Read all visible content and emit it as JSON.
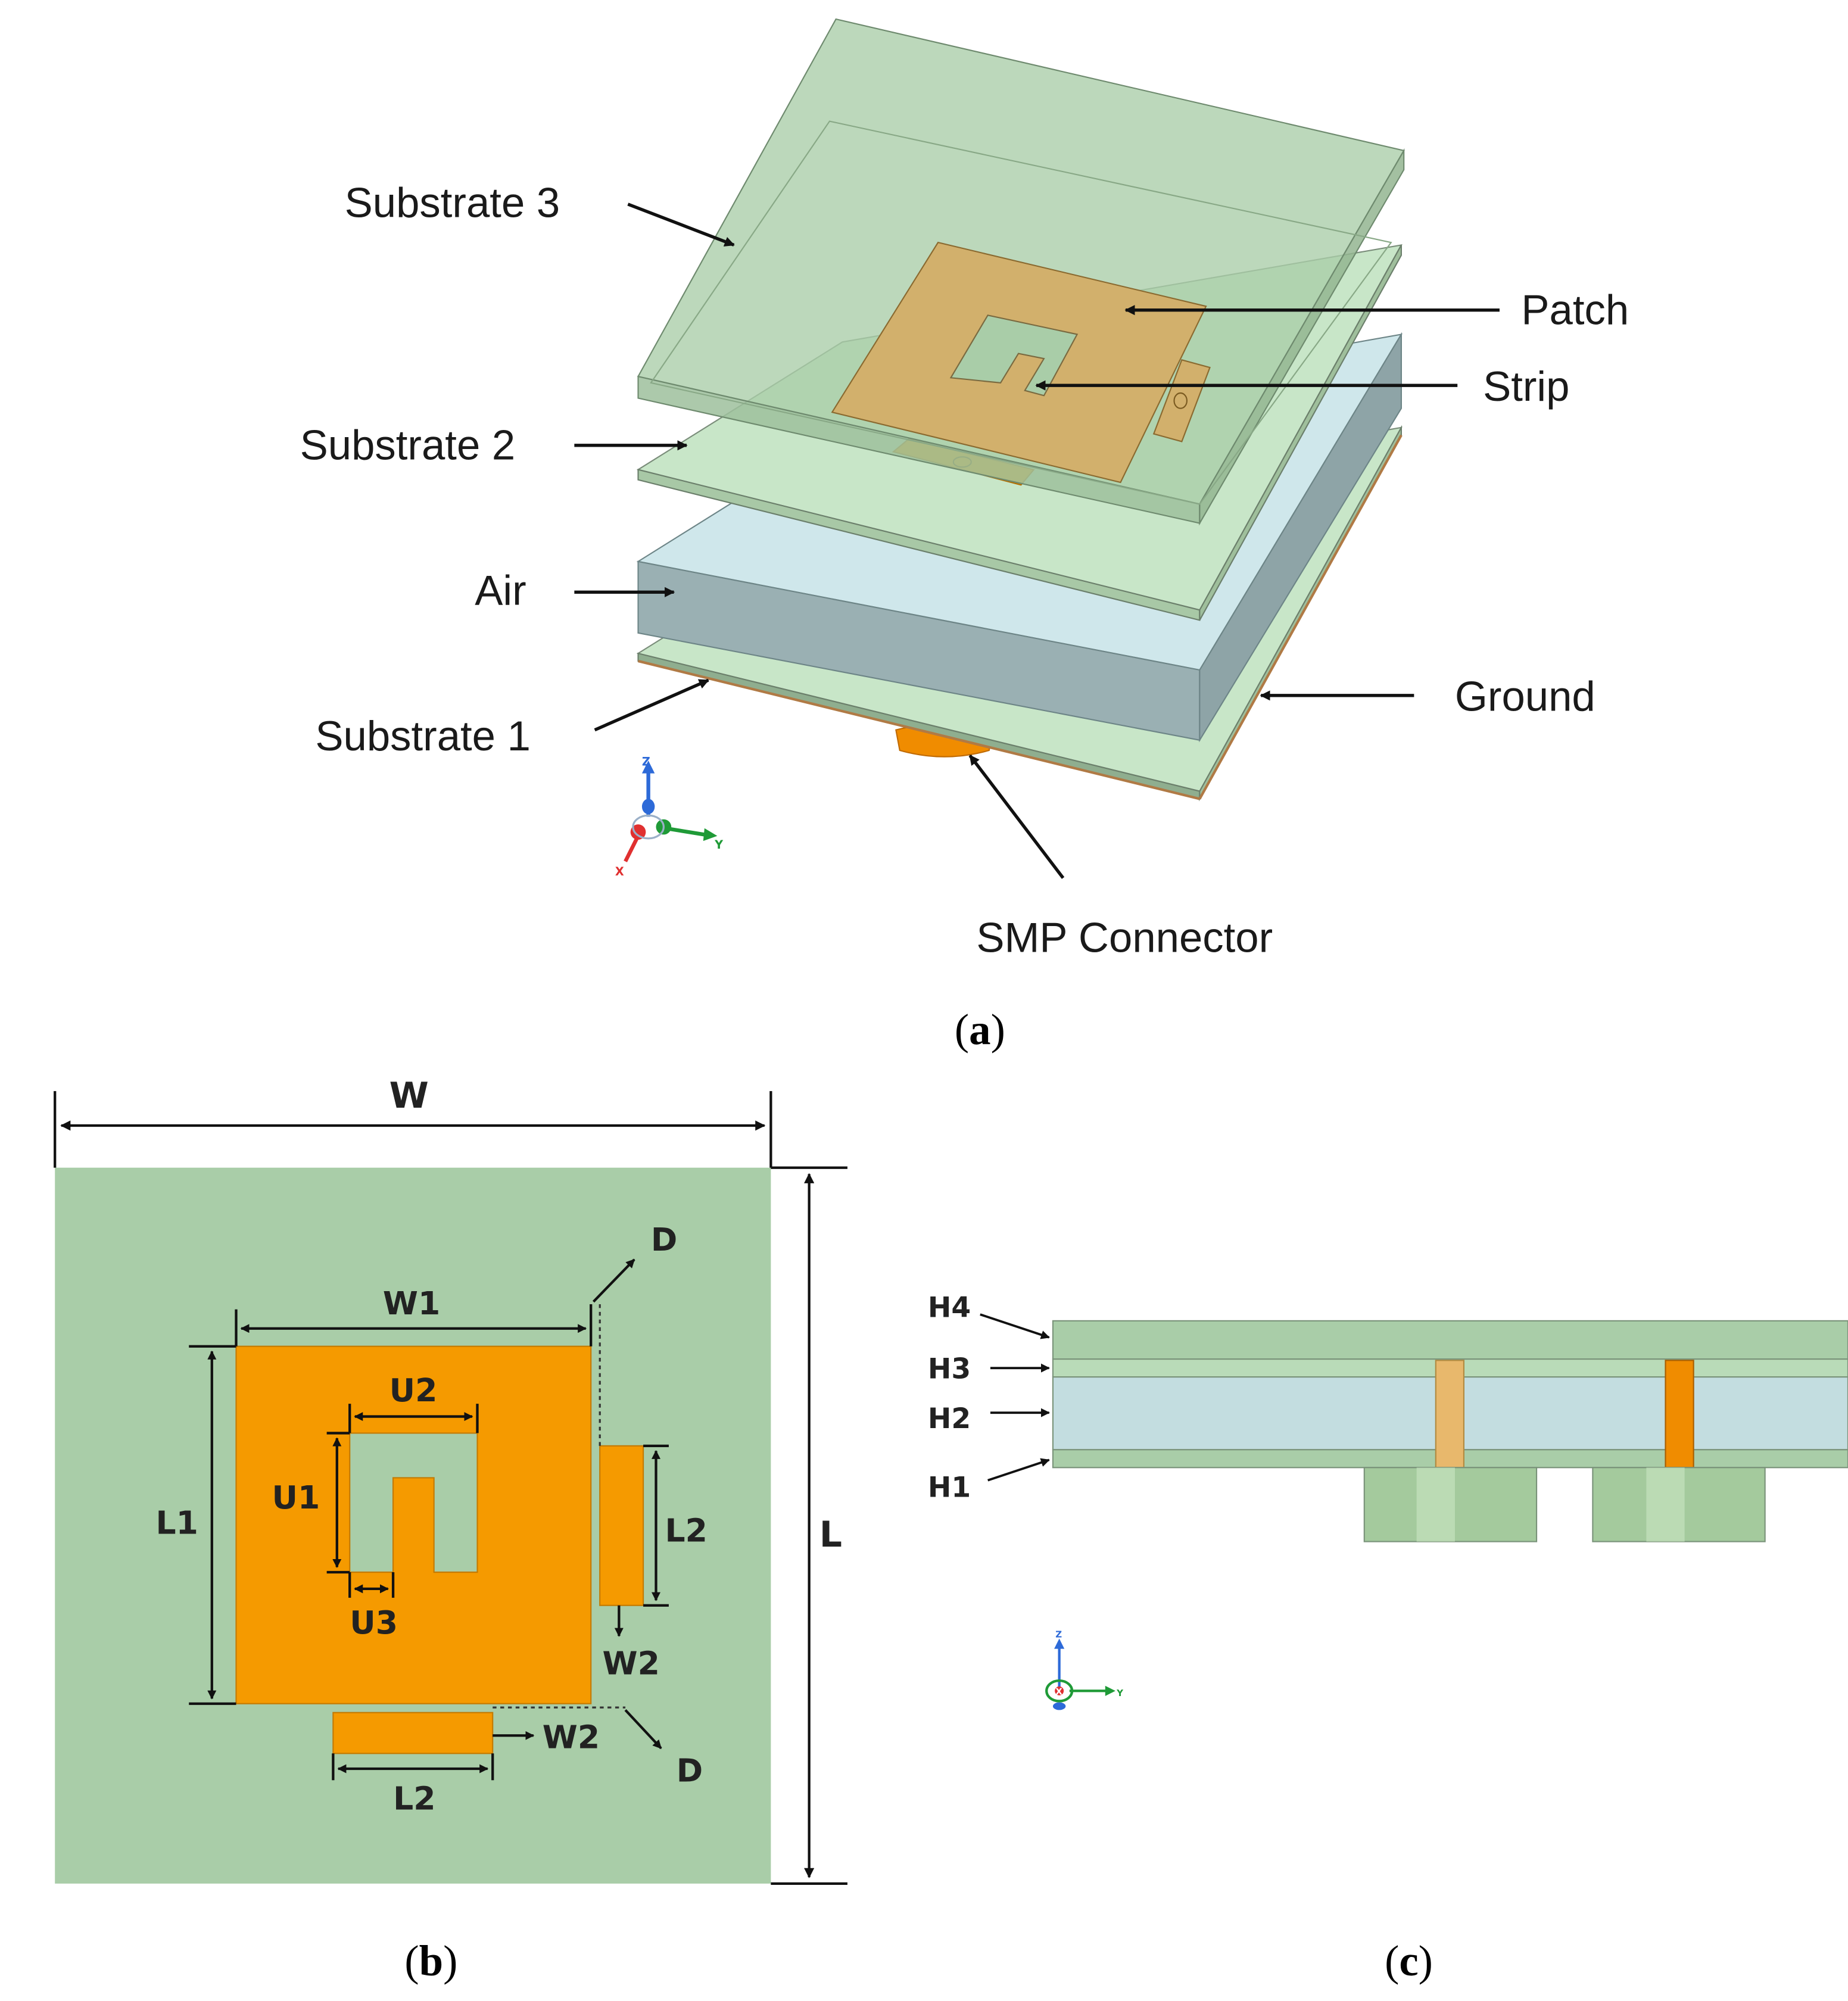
{
  "colors": {
    "substrate_green": "#a9cda8",
    "substrate_light": "#c8e6c8",
    "air_blue": "#c3dde0",
    "air_dark": "#8fa8ab",
    "patch_orange": "#f59a00",
    "patch_tan": "#d2b06c",
    "connector_green": "#a4ca9d"
  },
  "panel_a": {
    "labels": {
      "substrate3": "Substrate 3",
      "substrate2": "Substrate 2",
      "air": "Air",
      "substrate1": "Substrate 1",
      "patch": "Patch",
      "strip": "Strip",
      "ground": "Ground",
      "smp": "SMP Connector"
    },
    "axes": {
      "z": "Z",
      "x": "X",
      "y": "Y"
    },
    "caption": {
      "open": "(",
      "letter": "a",
      "close": ")"
    }
  },
  "panel_b": {
    "dims": {
      "w": "W",
      "l": "L",
      "w1": "W1",
      "l1": "L1",
      "u1": "U1",
      "u2": "U2",
      "u3": "U3",
      "l2_right": "L2",
      "l2_bottom": "L2",
      "w2_right": "W2",
      "w2_bottom": "W2",
      "d_top": "D",
      "d_bottom": "D"
    },
    "caption": {
      "open": "(",
      "letter": "b",
      "close": ")"
    }
  },
  "panel_c": {
    "dims": {
      "h4": "H4",
      "h3": "H3",
      "h2": "H2",
      "h1": "H1"
    },
    "axes": {
      "z": "Z",
      "x": "X",
      "y": "Y"
    },
    "caption": {
      "open": "(",
      "letter": "c",
      "close": ")"
    }
  }
}
